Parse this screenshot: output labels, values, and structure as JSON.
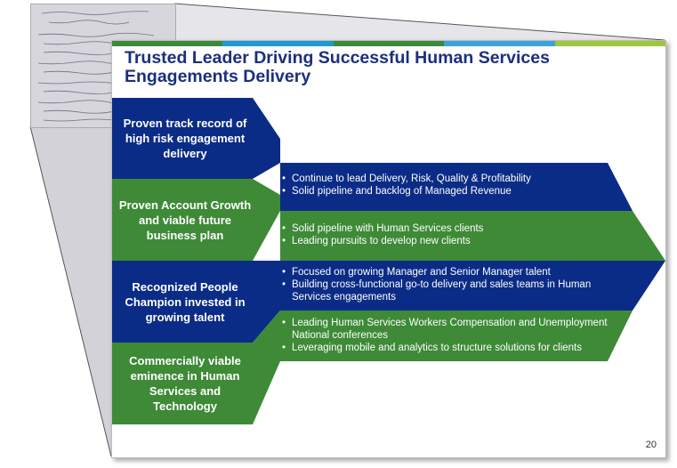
{
  "slide": {
    "title": "Trusted Leader Driving Successful Human Services Engagements Delivery",
    "page_number": "20"
  },
  "colors": {
    "navy": "#0b2c86",
    "green": "#3e8a37",
    "title": "#1b2f7e",
    "topbar": [
      "#3a8a3a",
      "#1f9ad6",
      "#3a8a3a",
      "#3aa3dc",
      "#9ec73d"
    ]
  },
  "pillars": [
    {
      "label": "Proven track record of high risk engagement delivery",
      "color": "navy"
    },
    {
      "label": "Proven Account Growth and viable future business plan",
      "color": "green"
    },
    {
      "label": "Recognized People Champion invested in growing talent",
      "color": "navy"
    },
    {
      "label": "Commercially viable eminence in Human Services and Technology",
      "color": "green"
    }
  ],
  "bullet_groups": [
    {
      "items": [
        "Continue to lead Delivery, Risk, Quality & Profitability",
        "Solid pipeline and backlog of Managed Revenue"
      ]
    },
    {
      "items": [
        "Solid pipeline with Human Services clients",
        "Leading pursuits to develop new clients"
      ]
    },
    {
      "items": [
        "Focused on growing Manager and Senior Manager talent",
        "Building cross-functional go-to delivery and sales teams in Human Services engagements"
      ]
    },
    {
      "items": [
        "Leading Human Services Workers Compensation and Unemployment National  conferences",
        "Leveraging mobile and analytics to structure solutions for clients"
      ]
    }
  ],
  "thumbnail": {
    "description_icon": "handwritten-notes-thumbnail"
  }
}
